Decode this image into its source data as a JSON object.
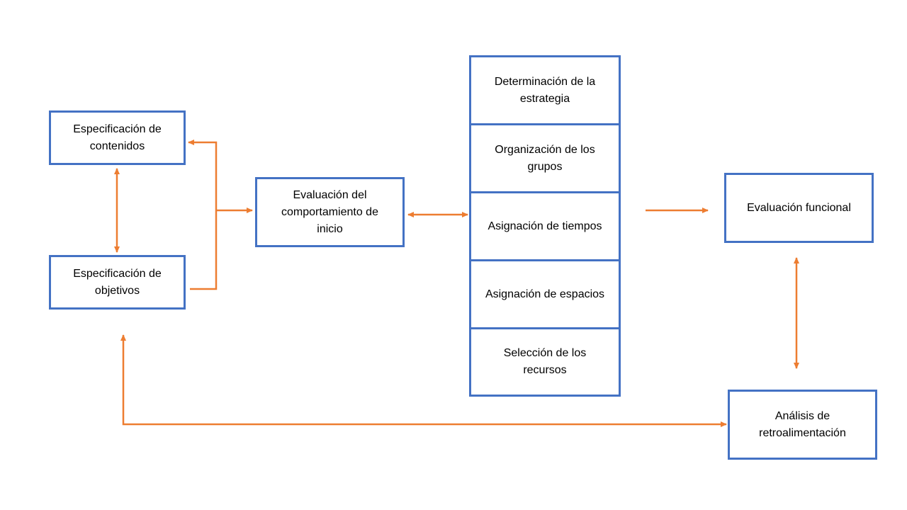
{
  "nodes": {
    "contenidos": "Especificación de contenidos",
    "objetivos": "Especificación de objetivos",
    "comportamiento": "Evaluación del comportamiento de inicio",
    "estrategia": "Determinación de la estrategia",
    "grupos": "Organización de los grupos",
    "tiempos": "Asignación de tiempos",
    "espacios": "Asignación de espacios",
    "recursos": "Selección de los recursos",
    "evaluacion_funcional": "Evaluación funcional",
    "retroalimentacion": "Análisis de retroalimentación"
  },
  "colors": {
    "box_border": "#4472c4",
    "arrow": "#ed7d31"
  }
}
